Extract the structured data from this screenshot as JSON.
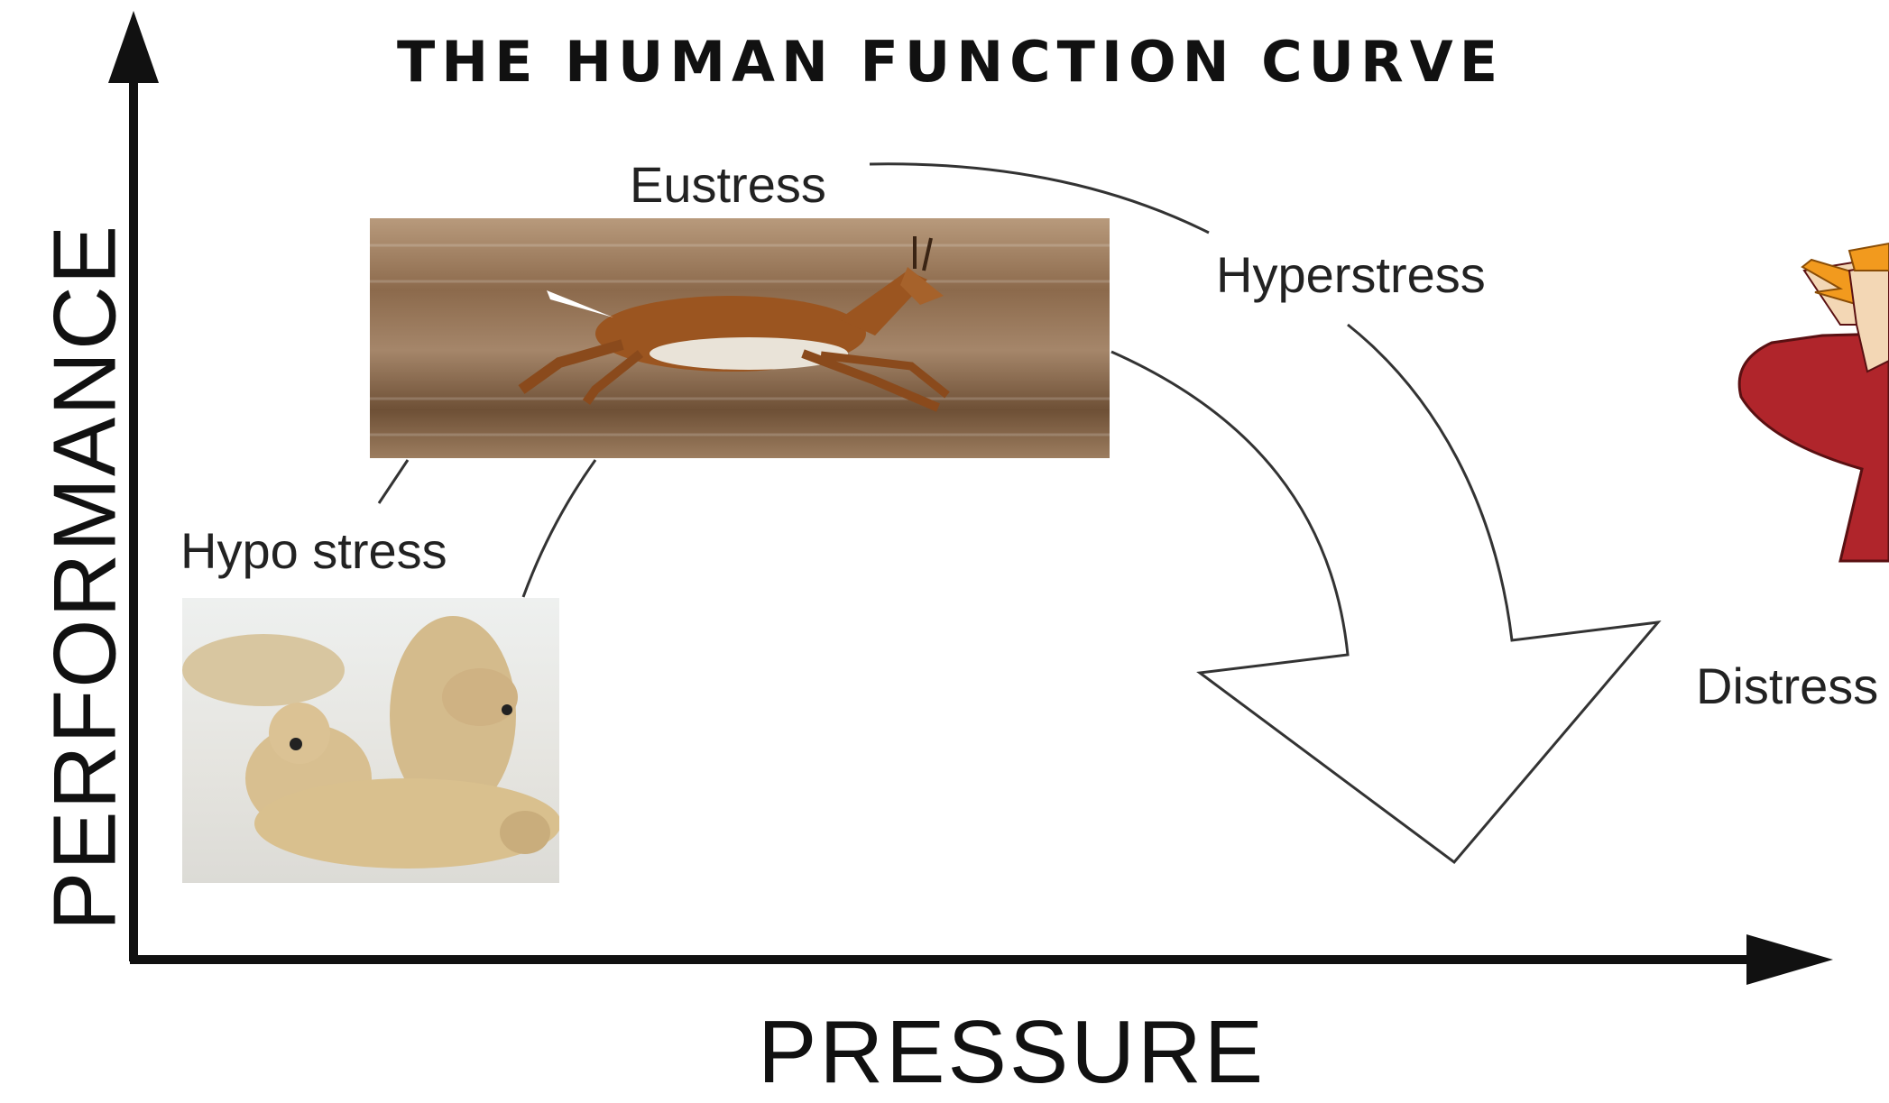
{
  "title": "THE HUMAN FUNCTION CURVE",
  "axes": {
    "y_label": "PERFORMANCE",
    "x_label": "PRESSURE"
  },
  "stages": {
    "hypo": "Hypo stress",
    "eu": "Eustress",
    "hyper": "Hyperstress",
    "dis": "Distress"
  },
  "photos": {
    "gazelle": "photo-of-running-gazelle",
    "bears": "photo-of-resting-polar-bears",
    "cartoon": "cartoon-stressed-person"
  },
  "icons": [
    "y-axis-arrow-icon",
    "x-axis-arrow-icon",
    "downward-block-arrow-icon"
  ],
  "colors": {
    "text": "#111111",
    "curve": "#333333",
    "cartoon_shirt": "#b0252b",
    "cartoon_hair": "#f29a1e"
  }
}
